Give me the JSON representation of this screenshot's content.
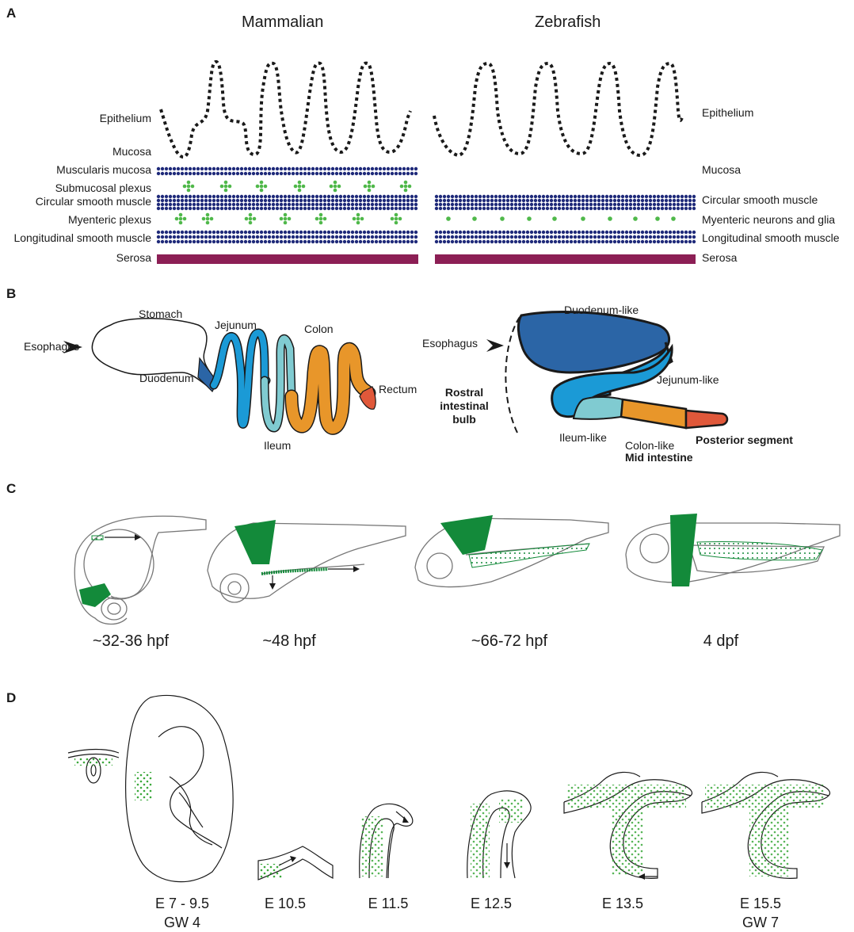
{
  "panels": {
    "a": "A",
    "b": "B",
    "c": "C",
    "d": "D"
  },
  "panel_a": {
    "mammalian_title": "Mammalian",
    "zebrafish_title": "Zebrafish",
    "mammalian_layers": {
      "epithelium": "Epithelium",
      "mucosa": "Mucosa",
      "muscularis_mucosa": "Muscularis mucosa",
      "submucosal_plexus": "Submucosal plexus",
      "circular_smooth_muscle": "Circular smooth muscle",
      "myenteric_plexus": "Myenteric plexus",
      "longitudinal_smooth_muscle": "Longitudinal smooth muscle",
      "serosa": "Serosa"
    },
    "zebrafish_layers": {
      "epithelium": "Epithelium",
      "mucosa": "Mucosa",
      "circular_smooth_muscle": "Circular smooth muscle",
      "myenteric_neurons_glia": "Myenteric neurons and glia",
      "longitudinal_smooth_muscle": "Longitudinal smooth muscle",
      "serosa": "Serosa"
    },
    "colors": {
      "muscle_dots": "#1f2a7a",
      "neuron_dots": "#4fb84a",
      "serosa": "#8c1f55"
    }
  },
  "panel_b": {
    "mammalian": {
      "stomach": "Stomach",
      "esophagus": "Esophagus",
      "duodenum": "Duodenum",
      "jejunum": "Jejunum",
      "ileum": "Ileum",
      "colon": "Colon",
      "rectum": "Rectum"
    },
    "zebrafish": {
      "esophagus": "Esophagus",
      "duodenum_like": "Duodenum-like",
      "jejunum_like": "Jejunum-like",
      "ileum_like": "Ileum-like",
      "colon_like": "Colon-like",
      "mid_intestine": "Mid intestine",
      "posterior_segment": "Posterior segment",
      "rostral_bulb_line1": "Rostral",
      "rostral_bulb_line2": "intestinal",
      "rostral_bulb_line3": "bulb"
    },
    "colors": {
      "duodenum": "#2b65a6",
      "jejunum": "#1b9ad6",
      "ileum": "#80cbd1",
      "colon": "#e8962a",
      "rectum": "#e0583a"
    }
  },
  "panel_c": {
    "stages": [
      "~32-36 hpf",
      "~48 hpf",
      "~66-72 hpf",
      "4 dpf"
    ],
    "colors": {
      "vagal_region": "#138a3a"
    }
  },
  "panel_d": {
    "stages": [
      "E 7 - 9.5",
      "E 10.5",
      "E 11.5",
      "E 12.5",
      "E 13.5",
      "E 15.5"
    ],
    "gestational": {
      "early": "GW 4",
      "late": "GW 7"
    },
    "colors": {
      "ncc_dots": "#3aa83a"
    }
  }
}
